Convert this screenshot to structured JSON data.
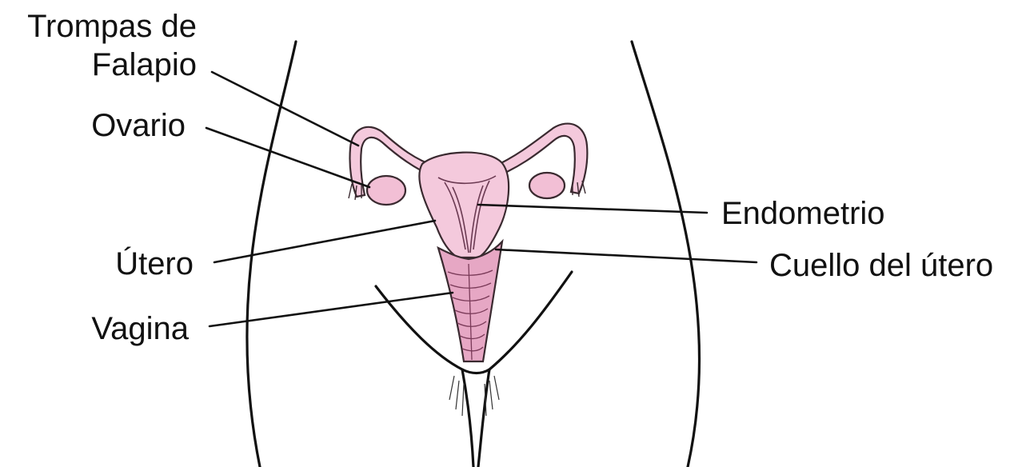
{
  "labels": {
    "tubes_line1": "Trompas de",
    "tubes_line2": "Falapio",
    "ovary": "Ovario",
    "uterus": "Útero",
    "vagina": "Vagina",
    "endometrium": "Endometrio",
    "cervix": "Cuello del útero"
  },
  "colors": {
    "organ_fill": "#f4c9dc",
    "organ_dark": "#d98fb2",
    "outline": "#111111"
  }
}
